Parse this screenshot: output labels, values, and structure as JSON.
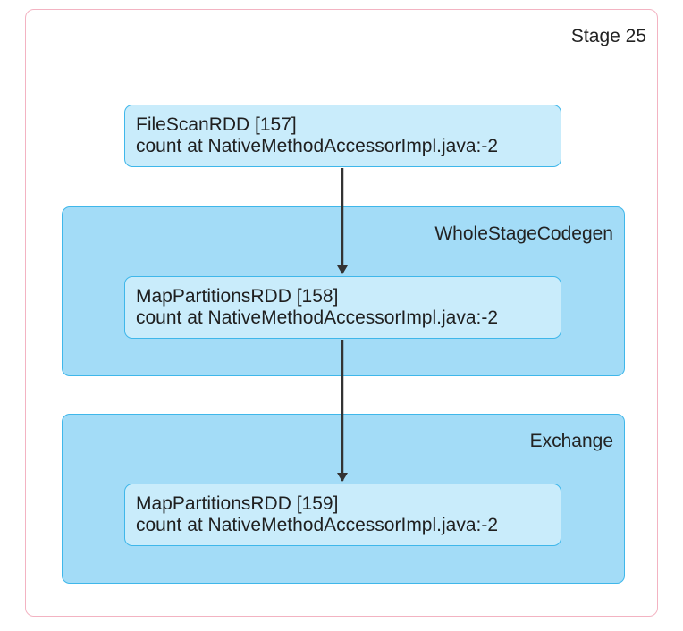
{
  "stage": {
    "label": "Stage 25"
  },
  "clusters": [
    {
      "label": "WholeStageCodegen"
    },
    {
      "label": "Exchange"
    }
  ],
  "nodes": [
    {
      "title": "FileScanRDD [157]",
      "callsite": "count at NativeMethodAccessorImpl.java:-2"
    },
    {
      "title": "MapPartitionsRDD [158]",
      "callsite": "count at NativeMethodAccessorImpl.java:-2"
    },
    {
      "title": "MapPartitionsRDD [159]",
      "callsite": "count at NativeMethodAccessorImpl.java:-2"
    }
  ],
  "colors": {
    "stage_border": "#f3b3c2",
    "cluster_fill": "#a3dcf7",
    "cluster_border": "#3fb7ea",
    "node_fill": "#c9ecfb",
    "node_border": "#3fb7ea",
    "edge": "#333333"
  }
}
